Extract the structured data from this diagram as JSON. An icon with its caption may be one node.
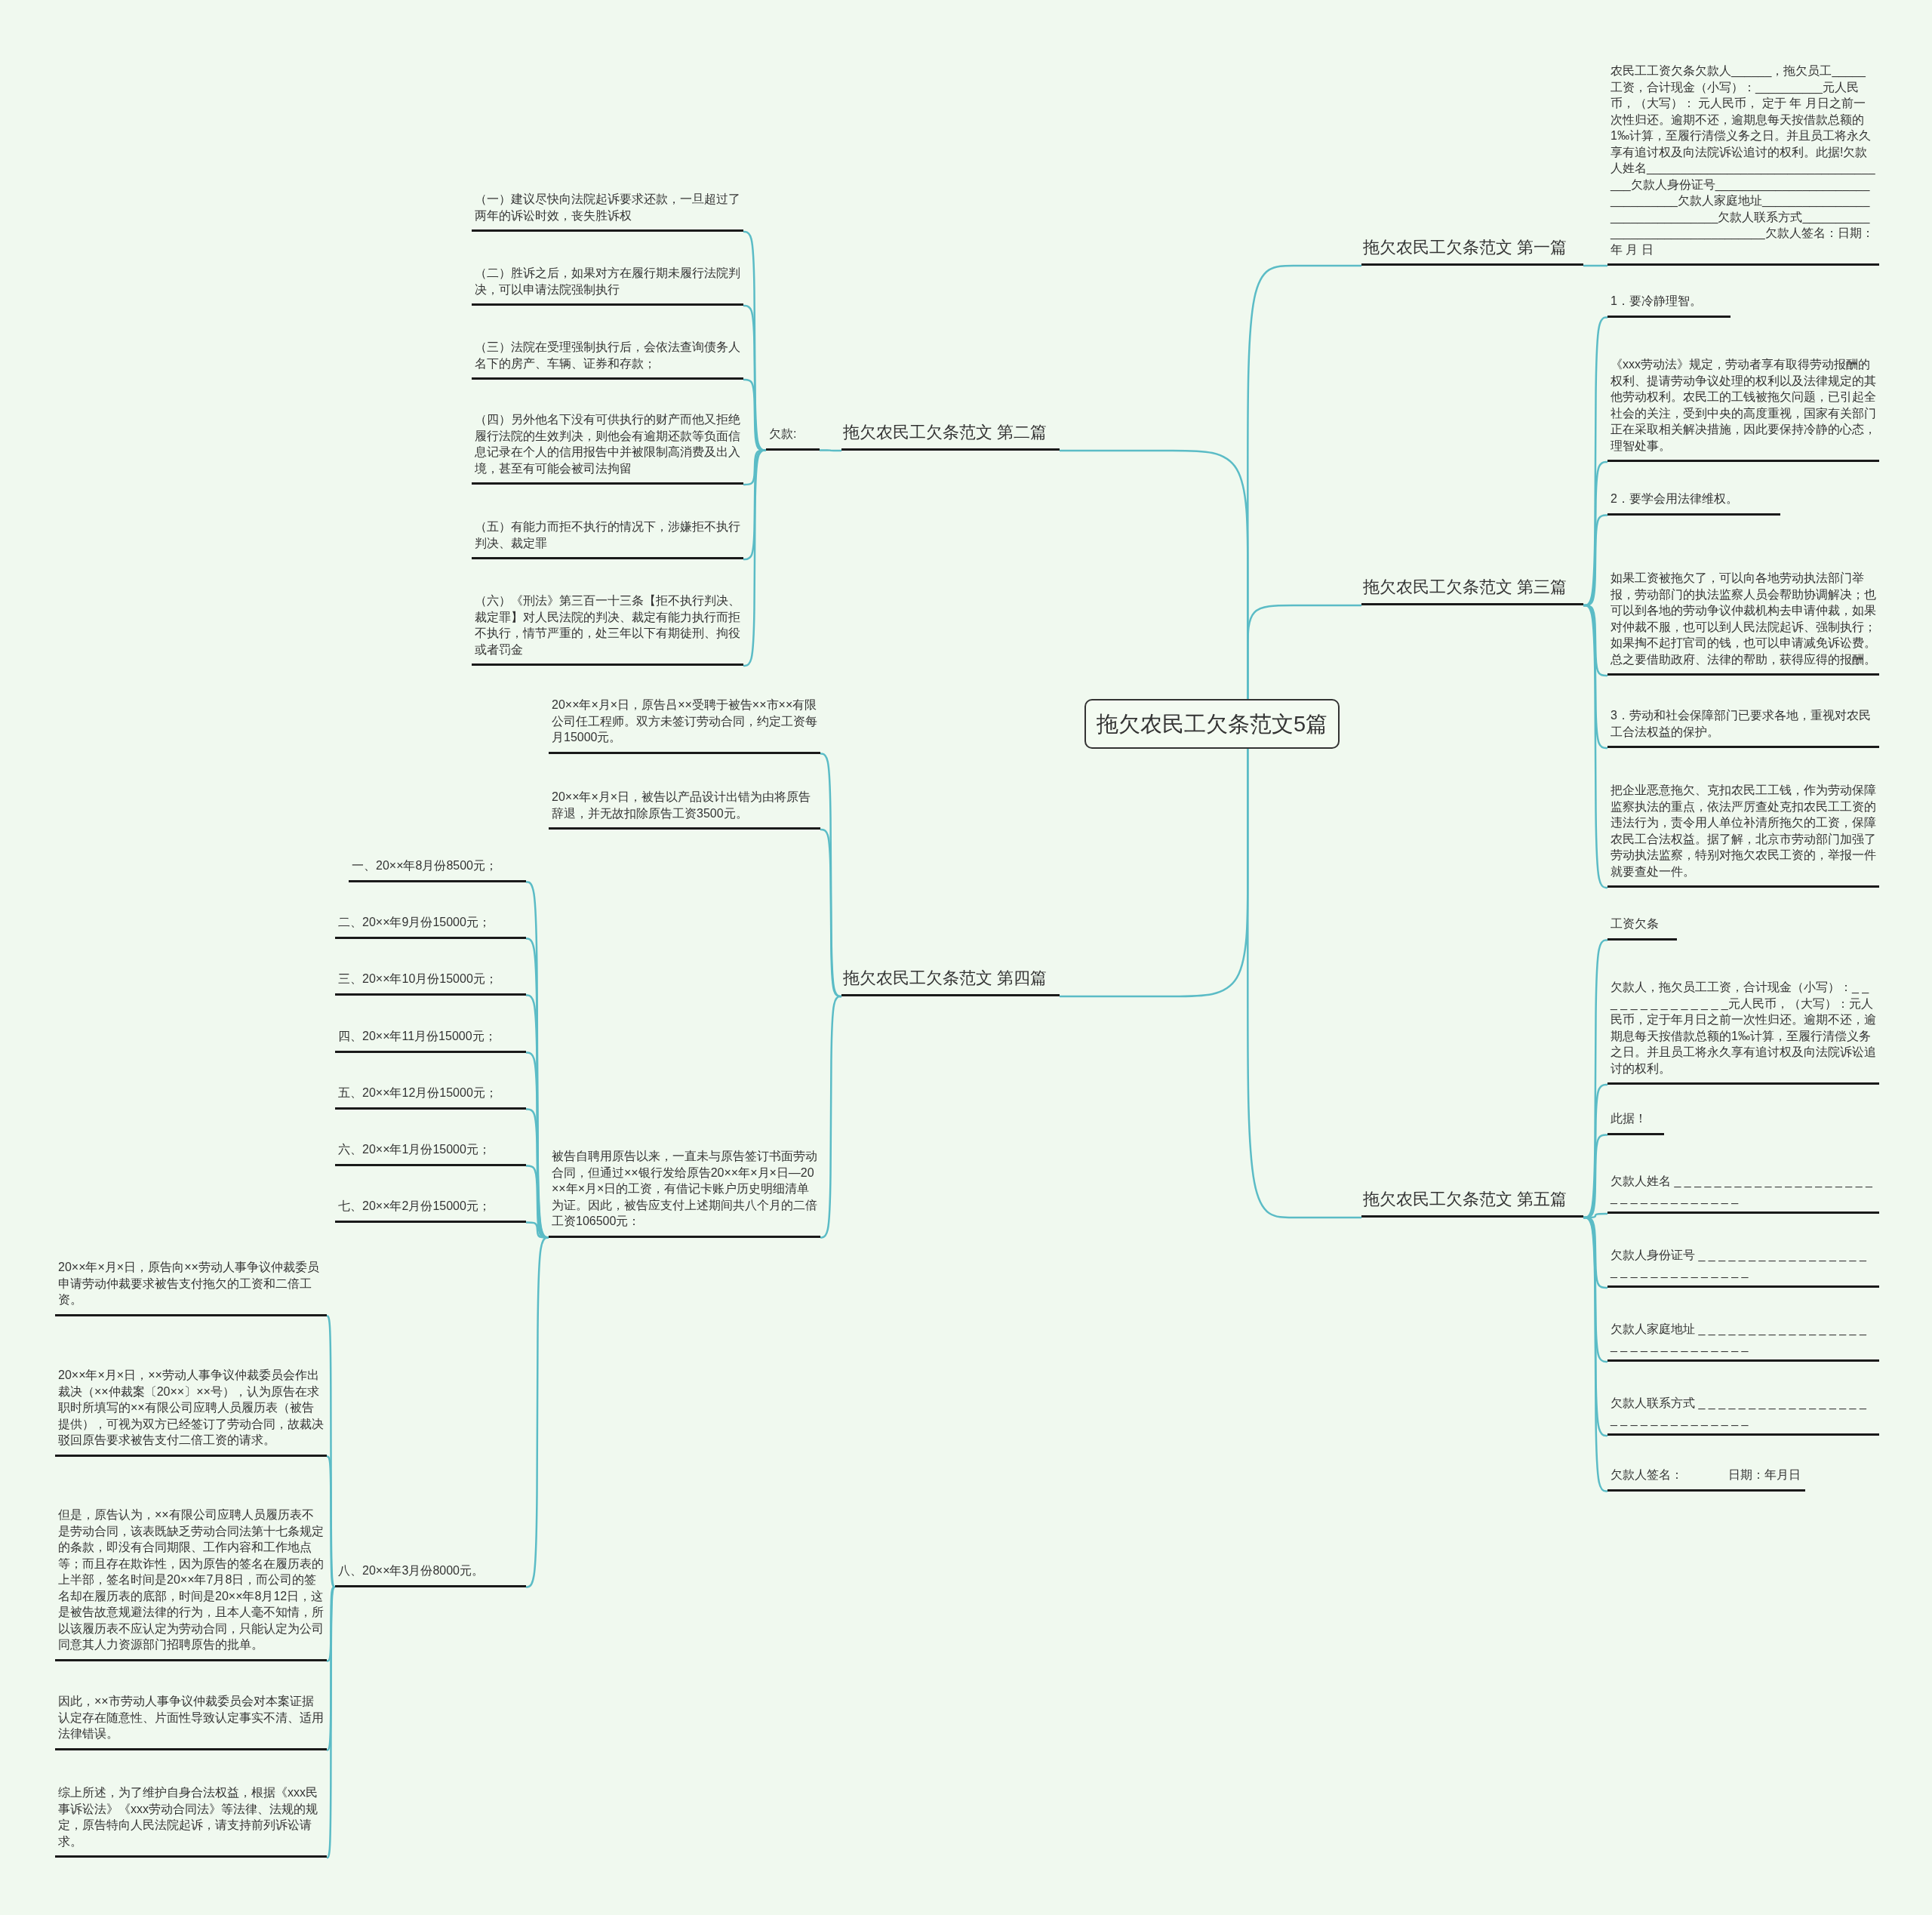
{
  "diagram": {
    "nodes": [
      {
        "text": [
          "拖欠农民工欠条范文5篇"
        ]
      },
      {
        "text": [
          "拖欠农民工欠条范文 第一篇"
        ]
      },
      {
        "text": [
          "农民工工资欠条欠款人______，拖欠员工_____工资，合计现金（小写）：__________元人民币，（大写）： 元人民币， 定于 年 月日之前一次性归还。逾期不还，逾期息每天按借款总额的1‰计算，至履行清偿义务之日。并且员工将永久享有追讨权及向法院诉讼追讨的权利。此据!欠款人姓名_____________________________________欠款人身份证号_________________________________欠款人家庭地址________________________________欠款人联系方式_________________________________欠款人签名：日期：年 月 日"
        ]
      },
      {
        "text": [
          "拖欠农民工欠条范文 第二篇"
        ]
      },
      {
        "text": [
          "欠款:"
        ]
      },
      {
        "text": [
          "（一）建议尽快向法院起诉要求还款，一旦超过了两年的诉讼时效，丧失胜诉权"
        ]
      },
      {
        "text": [
          "（二）胜诉之后，如果对方在履行期未履行法院判决，可以申请法院强制执行"
        ]
      },
      {
        "text": [
          "（三）法院在受理强制执行后，会依法查询债务人名下的房产、车辆、证券和存款；"
        ]
      },
      {
        "text": [
          "（四）另外他名下没有可供执行的财产而他又拒绝履行法院的生效判决，则他会有逾期还款等负面信息记录在个人的信用报告中并被限制高消费及出入境，甚至有可能会被司法拘留"
        ]
      },
      {
        "text": [
          "（五）有能力而拒不执行的情况下，涉嫌拒不执行判决、裁定罪"
        ]
      },
      {
        "text": [
          "（六）《刑法》第三百一十三条【拒不执行判决、裁定罪】对人民法院的判决、裁定有能力执行而拒不执行，情节严重的，处三年以下有期徒刑、拘役或者罚金"
        ]
      },
      {
        "text": [
          "拖欠农民工欠条范文 第三篇"
        ]
      },
      {
        "text": [
          "1．要冷静理智。"
        ]
      },
      {
        "text": [
          "《xxx劳动法》规定，劳动者享有取得劳动报酬的权利、提请劳动争议处理的权利以及法律规定的其他劳动权利。农民工的工钱被拖欠问题，已引起全社会的关注，受到中央的高度重视，国家有关部门正在采取相关解决措施，因此要保持冷静的心态，理智处事。"
        ]
      },
      {
        "text": [
          "2．要学会用法律维权。"
        ]
      },
      {
        "text": [
          "如果工资被拖欠了，可以向各地劳动执法部门举报，劳动部门的执法监察人员会帮助协调解决；也可以到各地的劳动争议仲裁机构去申请仲裁，如果对仲裁不服，也可以到人民法院起诉、强制执行；如果掏不起打官司的钱，也可以申请减免诉讼费。总之要借助政府、法律的帮助，获得应得的报酬。"
        ]
      },
      {
        "text": [
          "3．劳动和社会保障部门已要求各地，重视对农民工合法权益的保护。"
        ]
      },
      {
        "text": [
          "把企业恶意拖欠、克扣农民工工钱，作为劳动保障监察执法的重点，依法严厉查处克扣农民工工资的违法行为，责令用人单位补清所拖欠的工资，保障农民工合法权益。据了解，北京市劳动部门加强了劳动执法监察，特别对拖欠农民工资的，举报一件就要查处一件。"
        ]
      },
      {
        "text": [
          "拖欠农民工欠条范文 第四篇"
        ]
      },
      {
        "text": [
          "20××年×月×日，原告吕××受聘于被告××市××有限公司任工程师。双方未签订劳动合同，约定工资每月15000元。"
        ]
      },
      {
        "text": [
          "20××年×月×日，被告以产品设计出错为由将原告辞退，并无故扣除原告工资3500元。"
        ]
      },
      {
        "text": [
          "被告自聘用原告以来，一直未与原告签订书面劳动合同，但通过××银行发给原告20××年×月×日—20××年×月×日的工资，有借记卡账户历史明细清单为证。因此，被告应支付上述期间共八个月的二倍工资106500元："
        ]
      },
      {
        "text": [
          "一、20××年8月份8500元；"
        ]
      },
      {
        "text": [
          "二、20××年9月份15000元；"
        ]
      },
      {
        "text": [
          "三、20××年10月份15000元；"
        ]
      },
      {
        "text": [
          "四、20××年11月份15000元；"
        ]
      },
      {
        "text": [
          "五、20××年12月份15000元；"
        ]
      },
      {
        "text": [
          "六、20××年1月份15000元；"
        ]
      },
      {
        "text": [
          "七、20××年2月份15000元；"
        ]
      },
      {
        "text": [
          "八、20××年3月份8000元。"
        ]
      },
      {
        "text": [
          "20××年×月×日，原告向××劳动人事争议仲裁委员申请劳动仲裁要求被告支付拖欠的工资和二倍工资。"
        ]
      },
      {
        "text": [
          "20××年×月×日，××劳动人事争议仲裁委员会作出裁决（××仲裁案〔20××〕××号），认为原告在求职时所填写的××有限公司应聘人员履历表（被告提供），可视为双方已经签订了劳动合同，故裁决驳回原告要求被告支付二倍工资的请求。"
        ]
      },
      {
        "text": [
          "但是，原告认为，××有限公司应聘人员履历表不是劳动合同，该表既缺乏劳动合同法第十七条规定的条款，即没有合同期限、工作内容和工作地点等；而且存在欺诈性，因为原告的签名在履历表的上半部，签名时间是20××年7月8日，而公司的签名却在履历表的底部，时间是20××年8月12日，这是被告故意规避法律的行为，且本人毫不知情，所以该履历表不应认定为劳动合同，只能认定为公司同意其人力资源部门招聘原告的批单。"
        ]
      },
      {
        "text": [
          "因此，××市劳动人事争议仲裁委员会对本案证据认定存在随意性、片面性导致认定事实不清、适用法律错误。"
        ]
      },
      {
        "text": [
          "综上所述，为了维护自身合法权益，根据《xxx民事诉讼法》《xxx劳动合同法》等法律、法规的规定，原告特向人民法院起诉，请支持前列诉讼请求。"
        ]
      },
      {
        "text": [
          "拖欠农民工欠条范文 第五篇"
        ]
      },
      {
        "text": [
          "工资欠条"
        ]
      },
      {
        "text": [
          "欠款人，拖欠员工工资，合计现金（小写）：_ _ _ _ _ _ _ _ _ _ _ _ _ _元人民币，（大写）：元人民币，定于年月日之前一次性归还。逾期不还，逾期息每天按借款总额的1‰计算，至履行清偿义务之日。并且员工将永久享有追讨权及向法院诉讼追讨的权利。"
        ]
      },
      {
        "text": [
          "此据！"
        ]
      },
      {
        "text": [
          "欠款人姓名 _ _ _ _ _ _ _ _ _ _ _ _ _ _ _ _ _ _ _ _ _ _ _ _ _ _ _ _ _ _ _ _ _"
        ]
      },
      {
        "text": [
          "欠款人身份证号 _ _ _ _ _ _ _ _ _ _ _ _ _ _ _ _ _ _ _ _ _ _ _ _ _ _ _ _ _ _ _"
        ]
      },
      {
        "text": [
          "欠款人家庭地址 _ _ _ _ _ _ _ _ _ _ _ _ _ _ _ _ _ _ _ _ _ _ _ _ _ _ _ _ _ _ _"
        ]
      },
      {
        "text": [
          "欠款人联系方式 _ _ _ _ _ _ _ _ _ _ _ _ _ _ _ _ _ _ _ _ _ _ _ _ _ _ _ _ _ _ _"
        ]
      },
      {
        "text": [
          "欠款人签名：",
          "日期：年月日"
        ]
      }
    ],
    "edges": [
      {
        "from": 0,
        "to": 1,
        "arrow": "none"
      },
      {
        "from": 1,
        "to": 2,
        "arrow": "none"
      },
      {
        "from": 0,
        "to": 3,
        "arrow": "none"
      },
      {
        "from": 3,
        "to": 4,
        "arrow": "none"
      },
      {
        "from": 4,
        "to": 5,
        "arrow": "none"
      },
      {
        "from": 4,
        "to": 6,
        "arrow": "none"
      },
      {
        "from": 4,
        "to": 7,
        "arrow": "none"
      },
      {
        "from": 4,
        "to": 8,
        "arrow": "none"
      },
      {
        "from": 4,
        "to": 9,
        "arrow": "none"
      },
      {
        "from": 4,
        "to": 10,
        "arrow": "none"
      },
      {
        "from": 0,
        "to": 11,
        "arrow": "none"
      },
      {
        "from": 11,
        "to": 12,
        "arrow": "none"
      },
      {
        "from": 11,
        "to": 13,
        "arrow": "none"
      },
      {
        "from": 11,
        "to": 14,
        "arrow": "none"
      },
      {
        "from": 11,
        "to": 15,
        "arrow": "none"
      },
      {
        "from": 11,
        "to": 16,
        "arrow": "none"
      },
      {
        "from": 11,
        "to": 17,
        "arrow": "none"
      },
      {
        "from": 0,
        "to": 18,
        "arrow": "none"
      },
      {
        "from": 18,
        "to": 19,
        "arrow": "none"
      },
      {
        "from": 18,
        "to": 20,
        "arrow": "none"
      },
      {
        "from": 18,
        "to": 21,
        "arrow": "none"
      },
      {
        "from": 21,
        "to": 22,
        "arrow": "none"
      },
      {
        "from": 21,
        "to": 23,
        "arrow": "none"
      },
      {
        "from": 21,
        "to": 24,
        "arrow": "none"
      },
      {
        "from": 21,
        "to": 25,
        "arrow": "none"
      },
      {
        "from": 21,
        "to": 26,
        "arrow": "none"
      },
      {
        "from": 21,
        "to": 27,
        "arrow": "none"
      },
      {
        "from": 21,
        "to": 28,
        "arrow": "none"
      },
      {
        "from": 21,
        "to": 29,
        "arrow": "none"
      },
      {
        "from": 29,
        "to": 30,
        "arrow": "none"
      },
      {
        "from": 29,
        "to": 31,
        "arrow": "none"
      },
      {
        "from": 29,
        "to": 32,
        "arrow": "none"
      },
      {
        "from": 29,
        "to": 33,
        "arrow": "none"
      },
      {
        "from": 29,
        "to": 34,
        "arrow": "none"
      },
      {
        "from": 0,
        "to": 35,
        "arrow": "none"
      },
      {
        "from": 35,
        "to": 36,
        "arrow": "none"
      },
      {
        "from": 35,
        "to": 37,
        "arrow": "none"
      },
      {
        "from": 35,
        "to": 38,
        "arrow": "none"
      },
      {
        "from": 35,
        "to": 39,
        "arrow": "none"
      },
      {
        "from": 35,
        "to": 40,
        "arrow": "none"
      },
      {
        "from": 35,
        "to": 41,
        "arrow": "none"
      },
      {
        "from": 35,
        "to": 42,
        "arrow": "none"
      },
      {
        "from": 35,
        "to": 43,
        "arrow": "none"
      }
    ]
  }
}
